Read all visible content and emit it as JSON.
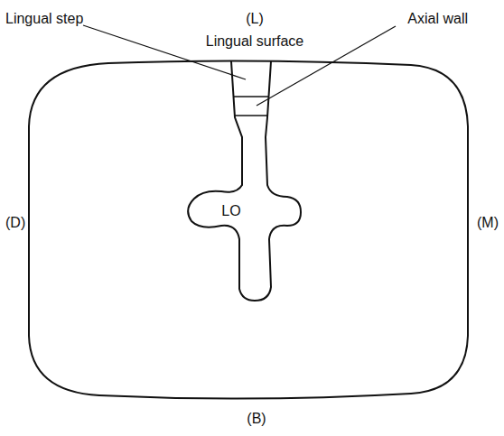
{
  "diagram": {
    "nodes": [
      {
        "text": [
          "LO"
        ]
      }
    ],
    "labels": [
      "Lingual step",
      "(L)",
      "Axial wall",
      "Lingual surface",
      "(D)",
      "(M)",
      "(B)"
    ]
  }
}
